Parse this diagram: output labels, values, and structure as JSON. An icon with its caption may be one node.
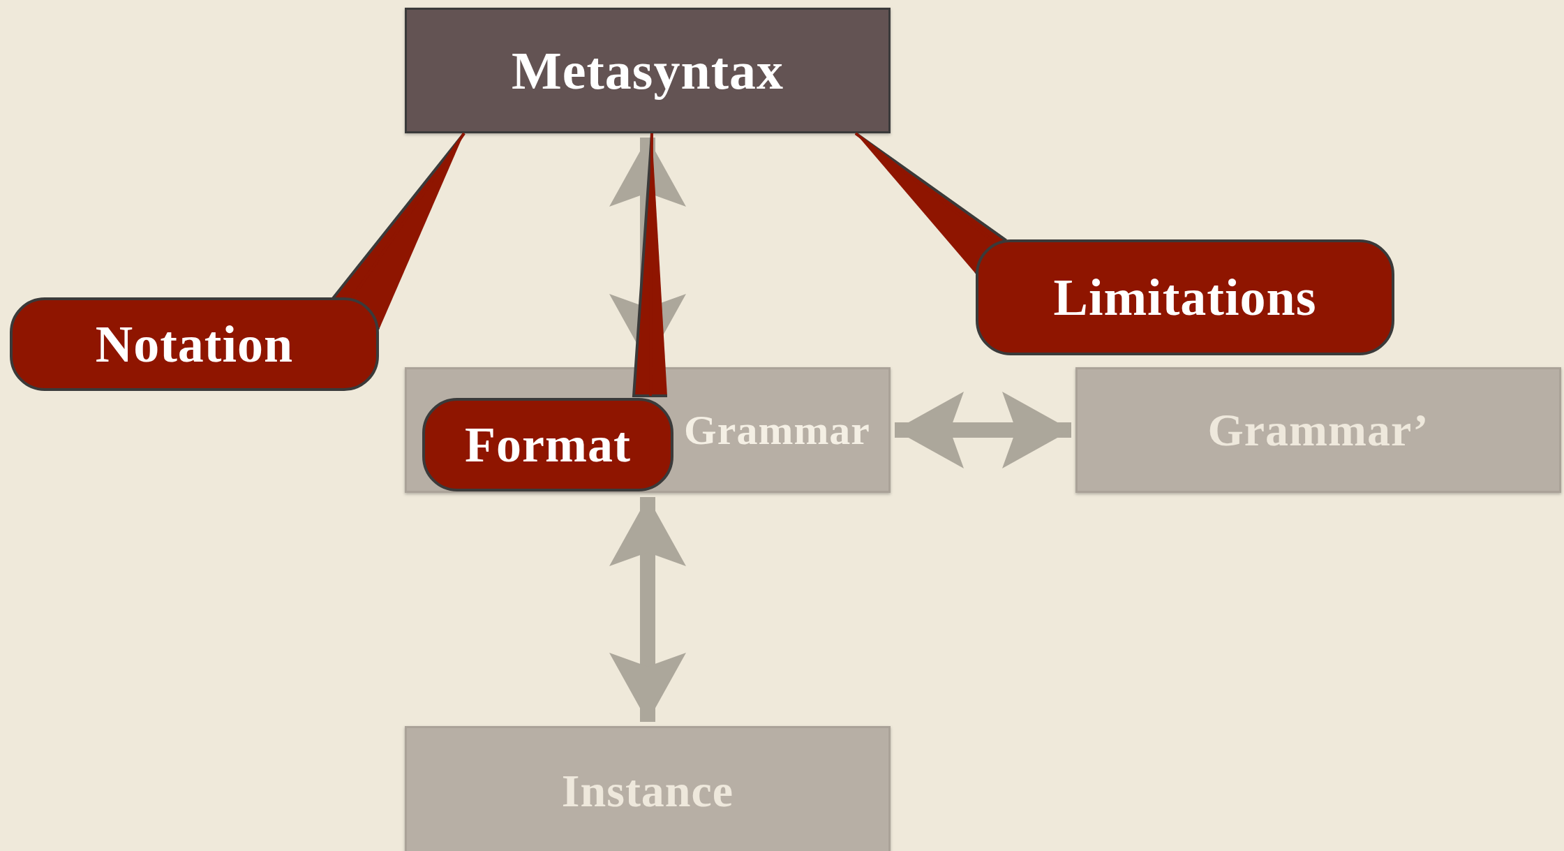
{
  "diagram": {
    "nodes": [
      {
        "text": [
          "Metasyntax"
        ]
      },
      {
        "text": [
          "Notation"
        ]
      },
      {
        "text": [
          "Limitations"
        ]
      },
      {
        "text": [
          "Grammar"
        ]
      },
      {
        "text": [
          "Format"
        ],
        "in": 3
      },
      {
        "text": [
          "Grammar’"
        ]
      },
      {
        "text": [
          "Instance"
        ]
      }
    ],
    "edges": [
      {
        "from": 0,
        "to": 3,
        "arrow": "both",
        "style": "thick"
      },
      {
        "from": 3,
        "to": 5,
        "arrow": "both",
        "style": "thick"
      },
      {
        "from": 3,
        "to": 6,
        "arrow": "both",
        "style": "thick"
      },
      {
        "from": 1,
        "to": 0,
        "arrow": "none",
        "color": "#8f1500"
      },
      {
        "from": 4,
        "to": 0,
        "arrow": "none",
        "color": "#8f1500"
      },
      {
        "from": 2,
        "to": 0,
        "arrow": "none",
        "color": "#8f1500"
      }
    ]
  }
}
